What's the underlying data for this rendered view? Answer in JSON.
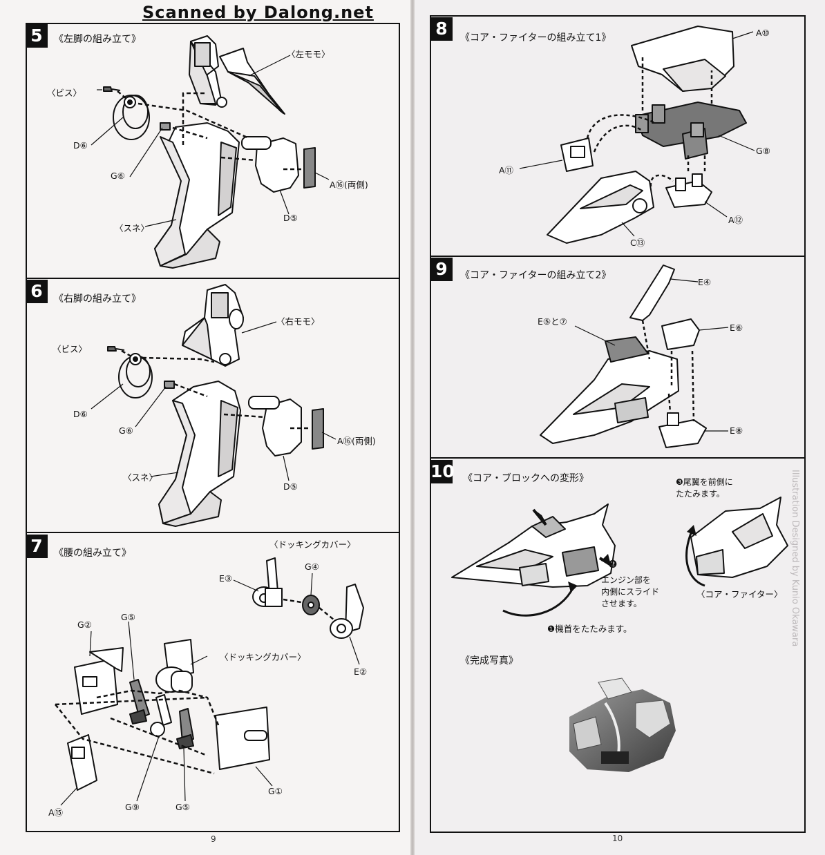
{
  "banner": "Scanned by Dalong.net",
  "left_page": {
    "folio": "9",
    "step5": {
      "number": "5",
      "title": "《左脚の組み立て》",
      "labels": {
        "thigh": "〈左モモ〉",
        "screw": "〈ビス〉",
        "d6": "D⑥",
        "g6": "G⑥",
        "a16": "A⑯(両側)",
        "d5": "D⑤",
        "shin": "〈スネ〉"
      }
    },
    "step6": {
      "number": "6",
      "title": "《右脚の組み立て》",
      "labels": {
        "thigh": "〈右モモ〉",
        "screw": "〈ビス〉",
        "d6": "D⑥",
        "g6": "G⑥",
        "a16": "A⑯(両側)",
        "d5": "D⑤",
        "shin": "〈スネ〉"
      }
    },
    "step7": {
      "number": "7",
      "title": "《腰の組み立て》",
      "labels": {
        "docking_cover_top": "〈ドッキングカバー〉",
        "e3": "E③",
        "g4": "G④",
        "e2": "E②",
        "g5_top": "G⑤",
        "g2": "G②",
        "docking_cover_mid": "〈ドッキングカバー〉",
        "a15": "A⑮",
        "g9": "G⑨",
        "g5_bottom": "G⑤",
        "g1": "G①"
      }
    }
  },
  "right_page": {
    "folio": "10",
    "step8": {
      "number": "8",
      "title": "《コア・ファイターの組み立て1》",
      "labels": {
        "a10": "A⑩",
        "g8": "G⑧",
        "a11": "A⑪",
        "a12": "A⑫",
        "c13": "C⑬"
      }
    },
    "step9": {
      "number": "9",
      "title": "《コア・ファイターの組み立て2》",
      "labels": {
        "e4": "E④",
        "e5_7": "E⑤と⑦",
        "e6": "E⑥",
        "e8": "E⑧"
      }
    },
    "step10": {
      "number": "10",
      "title": "《コア・ブロックへの変形》",
      "instructions": {
        "step3": "❸尾翼を前側に\nたたみます。",
        "step2_marker": "❷",
        "step2": "エンジン部を\n内側にスライド\nさせます。",
        "step1": "❶機首をたたみます。"
      },
      "core_fighter_label": "〈コア・ファイター〉",
      "photo_caption": "《完成写真》"
    },
    "vertical_credit": "Illustration Designed by Kunio Okawara"
  }
}
